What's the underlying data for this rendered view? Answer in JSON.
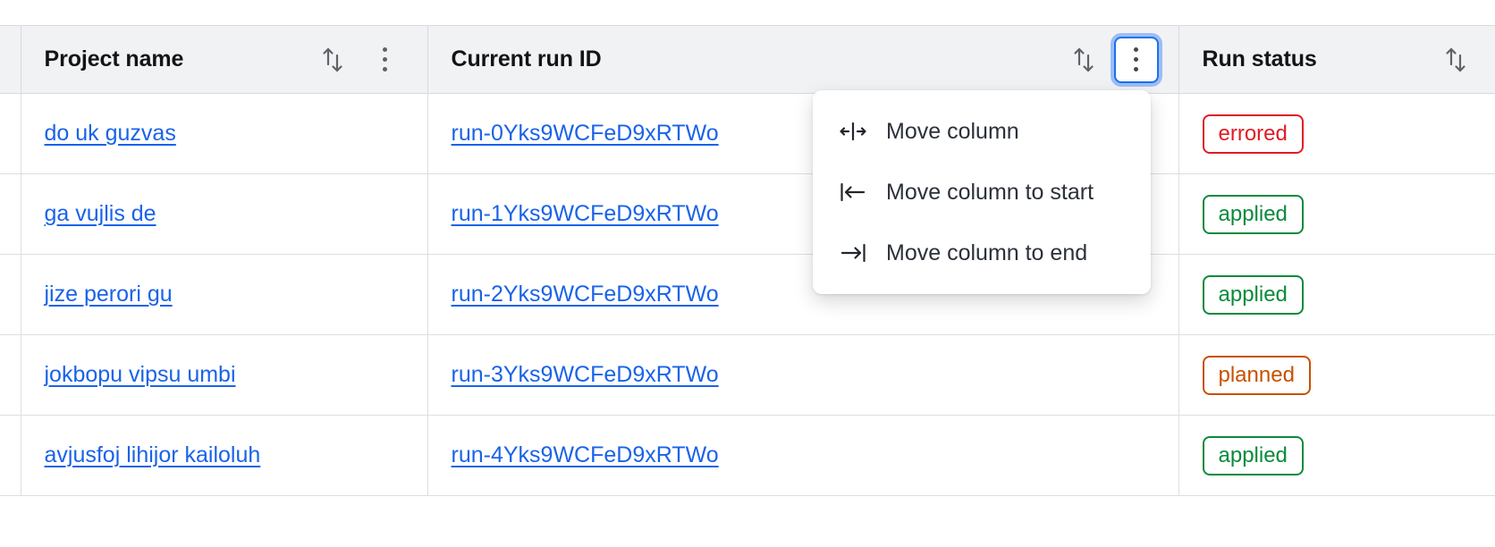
{
  "table": {
    "columns": [
      {
        "id": "checkbox",
        "label": "",
        "sortable": false,
        "kebab": false
      },
      {
        "id": "project-name",
        "label": "Project name",
        "sortable": true,
        "kebab": true
      },
      {
        "id": "current-run-id",
        "label": "Current run ID",
        "sortable": true,
        "kebab": true
      },
      {
        "id": "run-status",
        "label": "Run status",
        "sortable": true,
        "kebab": false
      }
    ],
    "rows": [
      {
        "project_name": "do uk guzvas",
        "run_id": "run-0Yks9WCFeD9xRTWo",
        "status": "errored",
        "status_kind": "errored"
      },
      {
        "project_name": "ga vujlis de",
        "run_id": "run-1Yks9WCFeD9xRTWo",
        "status": "applied",
        "status_kind": "applied"
      },
      {
        "project_name": "jize perori gu",
        "run_id": "run-2Yks9WCFeD9xRTWo",
        "status": "applied",
        "status_kind": "applied"
      },
      {
        "project_name": "jokbopu vipsu umbi",
        "run_id": "run-3Yks9WCFeD9xRTWo",
        "status": "planned",
        "status_kind": "planned"
      },
      {
        "project_name": "avjusfoj lihijor kailoluh",
        "run_id": "run-4Yks9WCFeD9xRTWo",
        "status": "applied",
        "status_kind": "applied"
      }
    ]
  },
  "column_menu": {
    "open_for_column": "Current run ID",
    "items": [
      {
        "icon": "move-column-icon",
        "label": "Move column"
      },
      {
        "icon": "move-column-to-start-icon",
        "label": "Move column to start"
      },
      {
        "icon": "move-column-to-end-icon",
        "label": "Move column to end"
      }
    ]
  },
  "colors": {
    "link": "#1a63e8",
    "focus_ring": "#9cbdf7",
    "focus_border": "#1a73e8",
    "header_bg": "#f1f2f4",
    "status_errored": "#e01b24",
    "status_applied": "#0a8a3c",
    "status_planned": "#c75100"
  }
}
